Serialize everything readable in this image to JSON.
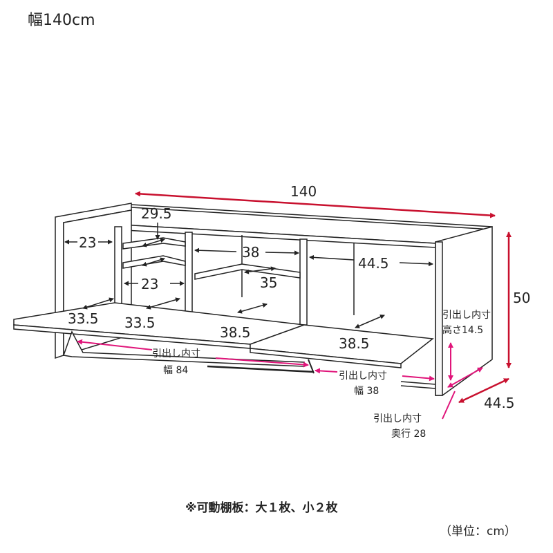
{
  "title": "幅140cm",
  "dimensions": {
    "width": "140",
    "height": "50",
    "depth": "44.5",
    "left_compartment_width": "29.5",
    "left_shelf_depth_top": "23",
    "left_shelf_depth_mid": "23",
    "middle_compartment_width": "38",
    "middle_shelf_width": "35",
    "right_compartment_width": "44.5",
    "flap_depth_1": "33.5",
    "flap_depth_2": "33.5",
    "flap_depth_3": "38.5",
    "flap_depth_4": "38.5"
  },
  "drawer_labels": {
    "left_inner_width_label": "引出し内寸",
    "left_inner_width_value": "幅 84",
    "right_inner_width_label": "引出し内寸",
    "right_inner_width_value": "幅 38",
    "inner_height_label": "引出し内寸",
    "inner_height_value": "高さ14.5",
    "inner_depth_label": "引出し内寸",
    "inner_depth_value": "奥行 28"
  },
  "note": "※可動棚板：大１枚、小２枚",
  "unit": "（単位：cm）",
  "colors": {
    "outline": "#222222",
    "dimension_red": "#c8102e",
    "drawer_magenta": "#e0157a"
  }
}
